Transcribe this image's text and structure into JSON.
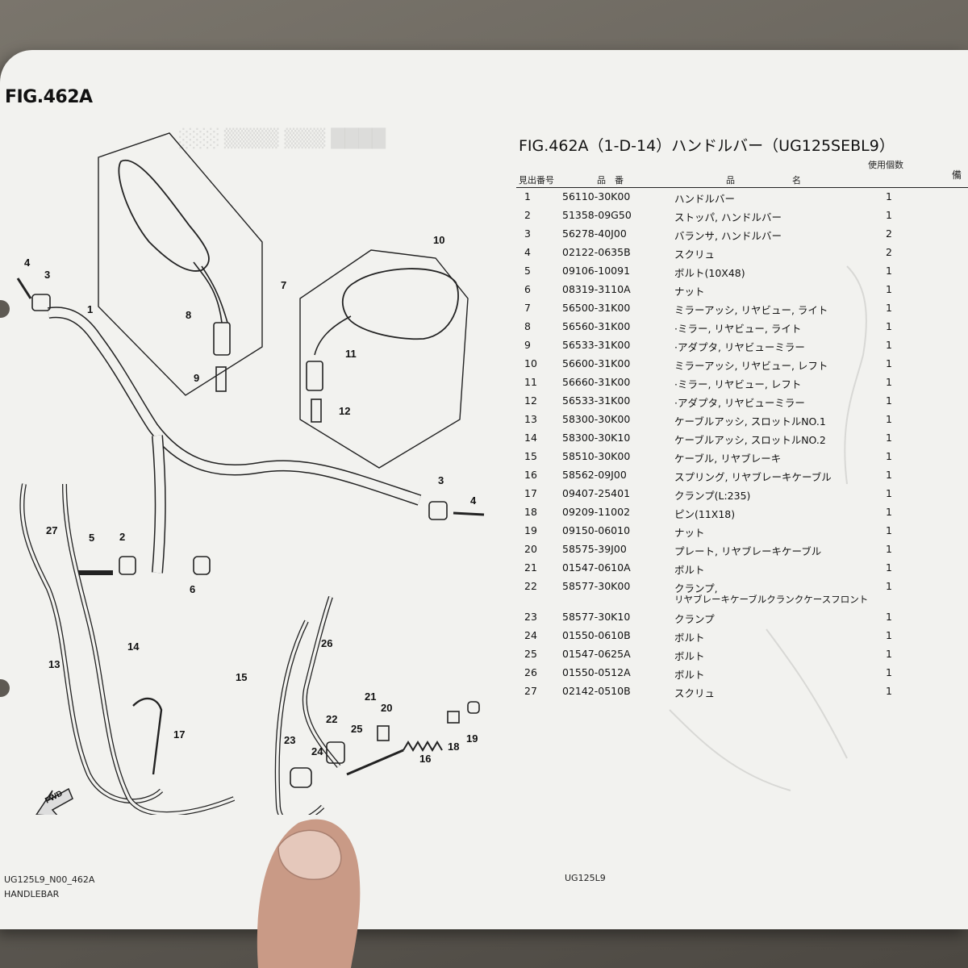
{
  "figure_label": "FIG.462A",
  "title": "FIG.462A（1-D-14）ハンドルバー（UG125SEBL9）",
  "headers": {
    "ref_no": "見出番号",
    "part_no": "品　番",
    "name_part1": "品",
    "name_part2": "名",
    "qty": "使用個数",
    "remarks": "備"
  },
  "parts": [
    {
      "no": "1",
      "part": "56110-30K00",
      "desc": "ハンドルバー",
      "qty": "1"
    },
    {
      "no": "2",
      "part": "51358-09G50",
      "desc": "ストッパ, ハンドルバー",
      "qty": "1"
    },
    {
      "no": "3",
      "part": "56278-40J00",
      "desc": "バランサ, ハンドルバー",
      "qty": "2"
    },
    {
      "no": "4",
      "part": "02122-0635B",
      "desc": "スクリュ",
      "qty": "2"
    },
    {
      "no": "5",
      "part": "09106-10091",
      "desc": "ボルト(10X48)",
      "qty": "1"
    },
    {
      "no": "6",
      "part": "08319-3110A",
      "desc": "ナット",
      "qty": "1"
    },
    {
      "no": "7",
      "part": "56500-31K00",
      "desc": "ミラーアッシ, リヤビュー, ライト",
      "qty": "1"
    },
    {
      "no": "8",
      "part": "56560-31K00",
      "desc": "·ミラー, リヤビュー, ライト",
      "qty": "1"
    },
    {
      "no": "9",
      "part": "56533-31K00",
      "desc": "·アダプタ, リヤビューミラー",
      "qty": "1"
    },
    {
      "no": "10",
      "part": "56600-31K00",
      "desc": "ミラーアッシ, リヤビュー, レフト",
      "qty": "1"
    },
    {
      "no": "11",
      "part": "56660-31K00",
      "desc": "·ミラー, リヤビュー, レフト",
      "qty": "1"
    },
    {
      "no": "12",
      "part": "56533-31K00",
      "desc": "·アダプタ, リヤビューミラー",
      "qty": "1"
    },
    {
      "no": "13",
      "part": "58300-30K00",
      "desc": "ケーブルアッシ, スロットルNO.1",
      "qty": "1"
    },
    {
      "no": "14",
      "part": "58300-30K10",
      "desc": "ケーブルアッシ, スロットルNO.2",
      "qty": "1"
    },
    {
      "no": "15",
      "part": "58510-30K00",
      "desc": "ケーブル, リヤブレーキ",
      "qty": "1"
    },
    {
      "no": "16",
      "part": "58562-09J00",
      "desc": "スプリング, リヤブレーキケーブル",
      "qty": "1"
    },
    {
      "no": "17",
      "part": "09407-25401",
      "desc": "クランプ(L:235)",
      "qty": "1"
    },
    {
      "no": "18",
      "part": "09209-11002",
      "desc": "ピン(11X18)",
      "qty": "1"
    },
    {
      "no": "19",
      "part": "09150-06010",
      "desc": "ナット",
      "qty": "1"
    },
    {
      "no": "20",
      "part": "58575-39J00",
      "desc": "プレート, リヤブレーキケーブル",
      "qty": "1"
    },
    {
      "no": "21",
      "part": "01547-0610A",
      "desc": "ボルト",
      "qty": "1"
    },
    {
      "no": "22",
      "part": "58577-30K00",
      "desc": "クランプ,",
      "desc2": "リヤブレーキケーブルクランクケースフロント",
      "qty": "1"
    },
    {
      "no": "23",
      "part": "58577-30K10",
      "desc": "クランプ",
      "qty": "1"
    },
    {
      "no": "24",
      "part": "01550-0610B",
      "desc": "ボルト",
      "qty": "1"
    },
    {
      "no": "25",
      "part": "01547-0625A",
      "desc": "ボルト",
      "qty": "1"
    },
    {
      "no": "26",
      "part": "01550-0512A",
      "desc": "ボルト",
      "qty": "1"
    },
    {
      "no": "27",
      "part": "02142-0510B",
      "desc": "スクリュ",
      "qty": "1"
    }
  ],
  "diagram_callouts": [
    "1",
    "2",
    "3",
    "4",
    "5",
    "6",
    "7",
    "8",
    "9",
    "10",
    "11",
    "12",
    "13",
    "14",
    "15",
    "16",
    "17",
    "18",
    "19",
    "20",
    "21",
    "22",
    "23",
    "24",
    "25",
    "26",
    "27"
  ],
  "fwd_label": "FWD",
  "footer": {
    "code": "UG125L9_N00_462A",
    "section": "HANDLEBAR",
    "model": "UG125L9"
  }
}
